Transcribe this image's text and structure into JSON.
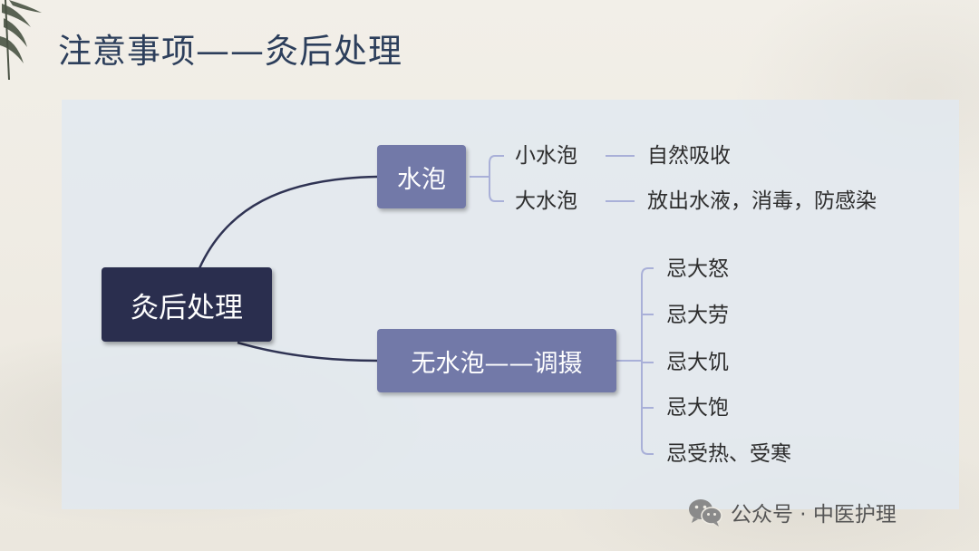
{
  "slide": {
    "title": "注意事项——灸后处理"
  },
  "diagram": {
    "root": "灸后处理",
    "branches": [
      {
        "label": "水泡",
        "children": [
          {
            "label": "小水泡",
            "detail": "自然吸收"
          },
          {
            "label": "大水泡",
            "detail": "放出水液，消毒，防感染"
          }
        ]
      },
      {
        "label": "无水泡——调摄",
        "children": [
          {
            "label": "忌大怒"
          },
          {
            "label": "忌大劳"
          },
          {
            "label": "忌大饥"
          },
          {
            "label": "忌大饱"
          },
          {
            "label": "忌受热、受寒"
          }
        ]
      }
    ]
  },
  "watermark": {
    "text": "公众号 · 中医护理"
  },
  "colors": {
    "title": "#2c3e5b",
    "root_fill": "#2a2e4e",
    "branch_fill": "#7279a8",
    "connector": "#2f3353",
    "leaf_line": "#a9b0d8",
    "panel": "#e2e9f0"
  }
}
